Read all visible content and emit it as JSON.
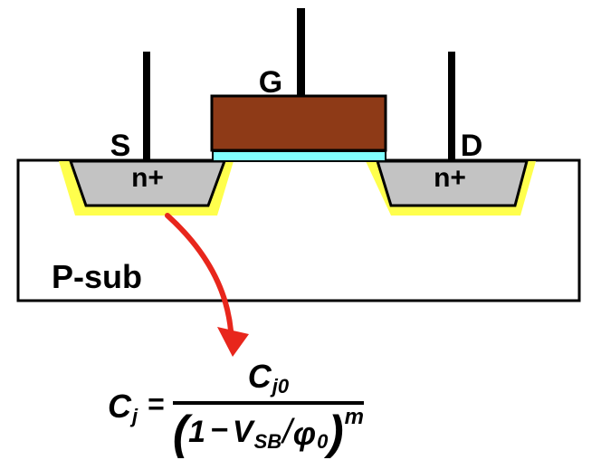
{
  "diagram": {
    "labels": {
      "source": "S",
      "gate": "G",
      "drain": "D",
      "source_region": "n+",
      "drain_region": "n+",
      "substrate": "P-sub"
    },
    "colors": {
      "gate_poly": "#8E3A17",
      "oxide": "#80FFFF",
      "depletion": "#FFFF4D",
      "diffusion": "#C3C3C3",
      "arrow": "#E8261C",
      "outline": "#000000"
    }
  },
  "formula": {
    "lhs_base": "C",
    "lhs_sub": "j",
    "equals": "=",
    "num_base": "C",
    "num_sub": "j0",
    "den_open": "(",
    "den_one": "1",
    "den_minus": "−",
    "den_v": "V",
    "den_v_sub": "SB",
    "den_slash": "/",
    "den_phi": "φ",
    "den_phi_sub": "0",
    "den_close": ")",
    "exponent": "m"
  }
}
